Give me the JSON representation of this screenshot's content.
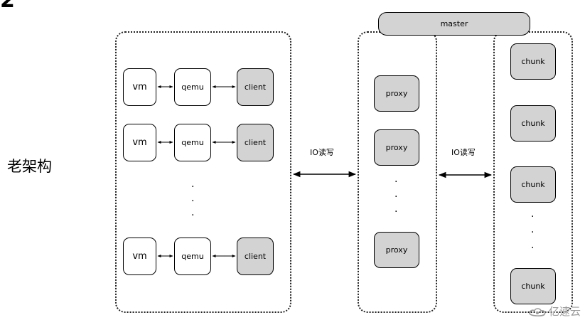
{
  "heading_fragment": "2",
  "side_label": "老架构",
  "master": {
    "label": "master"
  },
  "hosts": [
    {
      "vm": "vm",
      "qemu": "qemu",
      "client": "client"
    },
    {
      "vm": "vm",
      "qemu": "qemu",
      "client": "client"
    },
    {
      "vm": "vm",
      "qemu": "qemu",
      "client": "client"
    }
  ],
  "proxies": [
    "proxy",
    "proxy",
    "proxy"
  ],
  "chunks": [
    "chunk",
    "chunk",
    "chunk",
    "chunk"
  ],
  "links": {
    "clients_to_proxies": "IO读写",
    "proxies_to_chunks": "IO读写"
  },
  "watermark": "亿速云",
  "colors": {
    "shaded_node": "#d3d3d3",
    "outline": "#000000",
    "watermark": "#9a9a9a"
  }
}
